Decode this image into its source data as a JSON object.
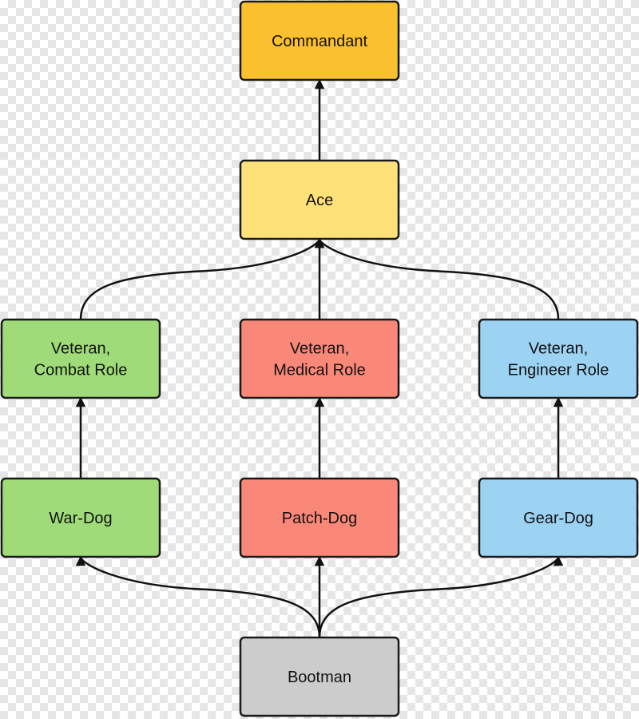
{
  "diagram": {
    "type": "hierarchy",
    "nodes": [
      {
        "id": "commandant",
        "lines": [
          "Commandant"
        ],
        "color": "#FBC02D"
      },
      {
        "id": "ace",
        "lines": [
          "Ace"
        ],
        "color": "#FFE17A"
      },
      {
        "id": "veteran-combat",
        "lines": [
          "Veteran,",
          "Combat Role"
        ],
        "color": "#9FDB78"
      },
      {
        "id": "veteran-medical",
        "lines": [
          "Veteran,",
          "Medical Role"
        ],
        "color": "#F98878"
      },
      {
        "id": "veteran-engineer",
        "lines": [
          "Veteran,",
          "Engineer Role"
        ],
        "color": "#9CD2F2"
      },
      {
        "id": "war-dog",
        "lines": [
          "War-Dog"
        ],
        "color": "#9FDB78"
      },
      {
        "id": "patch-dog",
        "lines": [
          "Patch-Dog"
        ],
        "color": "#F98878"
      },
      {
        "id": "gear-dog",
        "lines": [
          "Gear-Dog"
        ],
        "color": "#9CD2F2"
      },
      {
        "id": "bootman",
        "lines": [
          "Bootman"
        ],
        "color": "#CCCCCC"
      }
    ],
    "edges": [
      {
        "from": "ace",
        "to": "commandant"
      },
      {
        "from": "veteran-combat",
        "to": "ace"
      },
      {
        "from": "veteran-medical",
        "to": "ace"
      },
      {
        "from": "veteran-engineer",
        "to": "ace"
      },
      {
        "from": "war-dog",
        "to": "veteran-combat"
      },
      {
        "from": "patch-dog",
        "to": "veteran-medical"
      },
      {
        "from": "gear-dog",
        "to": "veteran-engineer"
      },
      {
        "from": "bootman",
        "to": "war-dog"
      },
      {
        "from": "bootman",
        "to": "patch-dog"
      },
      {
        "from": "bootman",
        "to": "gear-dog"
      }
    ]
  }
}
